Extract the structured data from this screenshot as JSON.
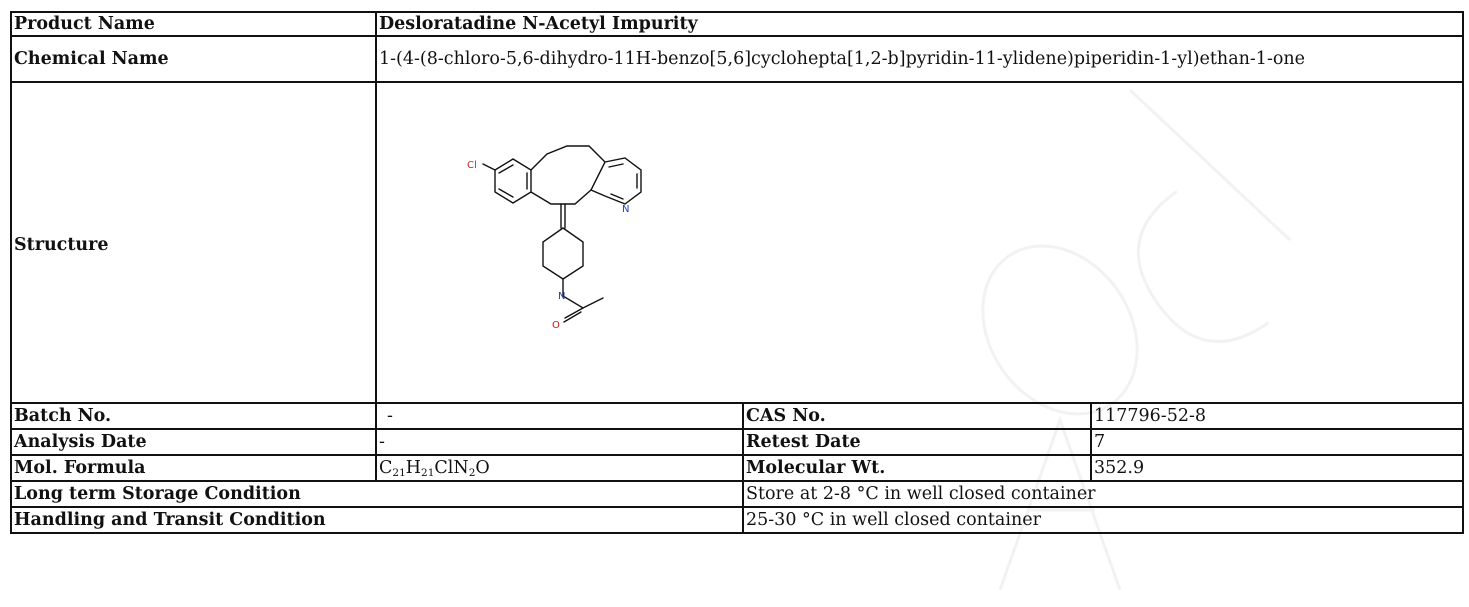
{
  "product": {
    "label": "Product Name",
    "value": "Desloratadine N-Acetyl Impurity"
  },
  "chemical": {
    "label": "Chemical Name",
    "value": "1-(4-(8-chloro-5,6-dihydro-11H-benzo[5,6]cyclohepta[1,2-b]pyridin-11-ylidene)piperidin-1-yl)ethan-1-one"
  },
  "structure": {
    "label": "Structure",
    "atoms": {
      "cl": "Cl",
      "n_ring": "N",
      "n_pip": "N",
      "o": "O"
    }
  },
  "batch": {
    "label": "Batch No.",
    "value": "-"
  },
  "cas": {
    "label": "CAS No.",
    "value": "117796-52-8"
  },
  "analysis": {
    "label": "Analysis Date",
    "value": "-"
  },
  "retest": {
    "label": "Retest Date",
    "value": "7"
  },
  "formula": {
    "label": "Mol. Formula",
    "parts": [
      "C",
      "21",
      "H",
      "21",
      "ClN",
      "2",
      "O"
    ]
  },
  "mw": {
    "label": "Molecular Wt.",
    "value": "352.9"
  },
  "storage": {
    "label": "Long term Storage Condition",
    "value": "Store at 2-8 °C in well closed container"
  },
  "transit": {
    "label": "Handling and Transit Condition",
    "value": "25-30 °C in well closed container"
  },
  "colors": {
    "border": "#111111",
    "watermark": "#f2f2f2",
    "atom_n": "#1f3fbf",
    "atom_o": "#cc1111",
    "atom_cl": "#cc2222"
  }
}
